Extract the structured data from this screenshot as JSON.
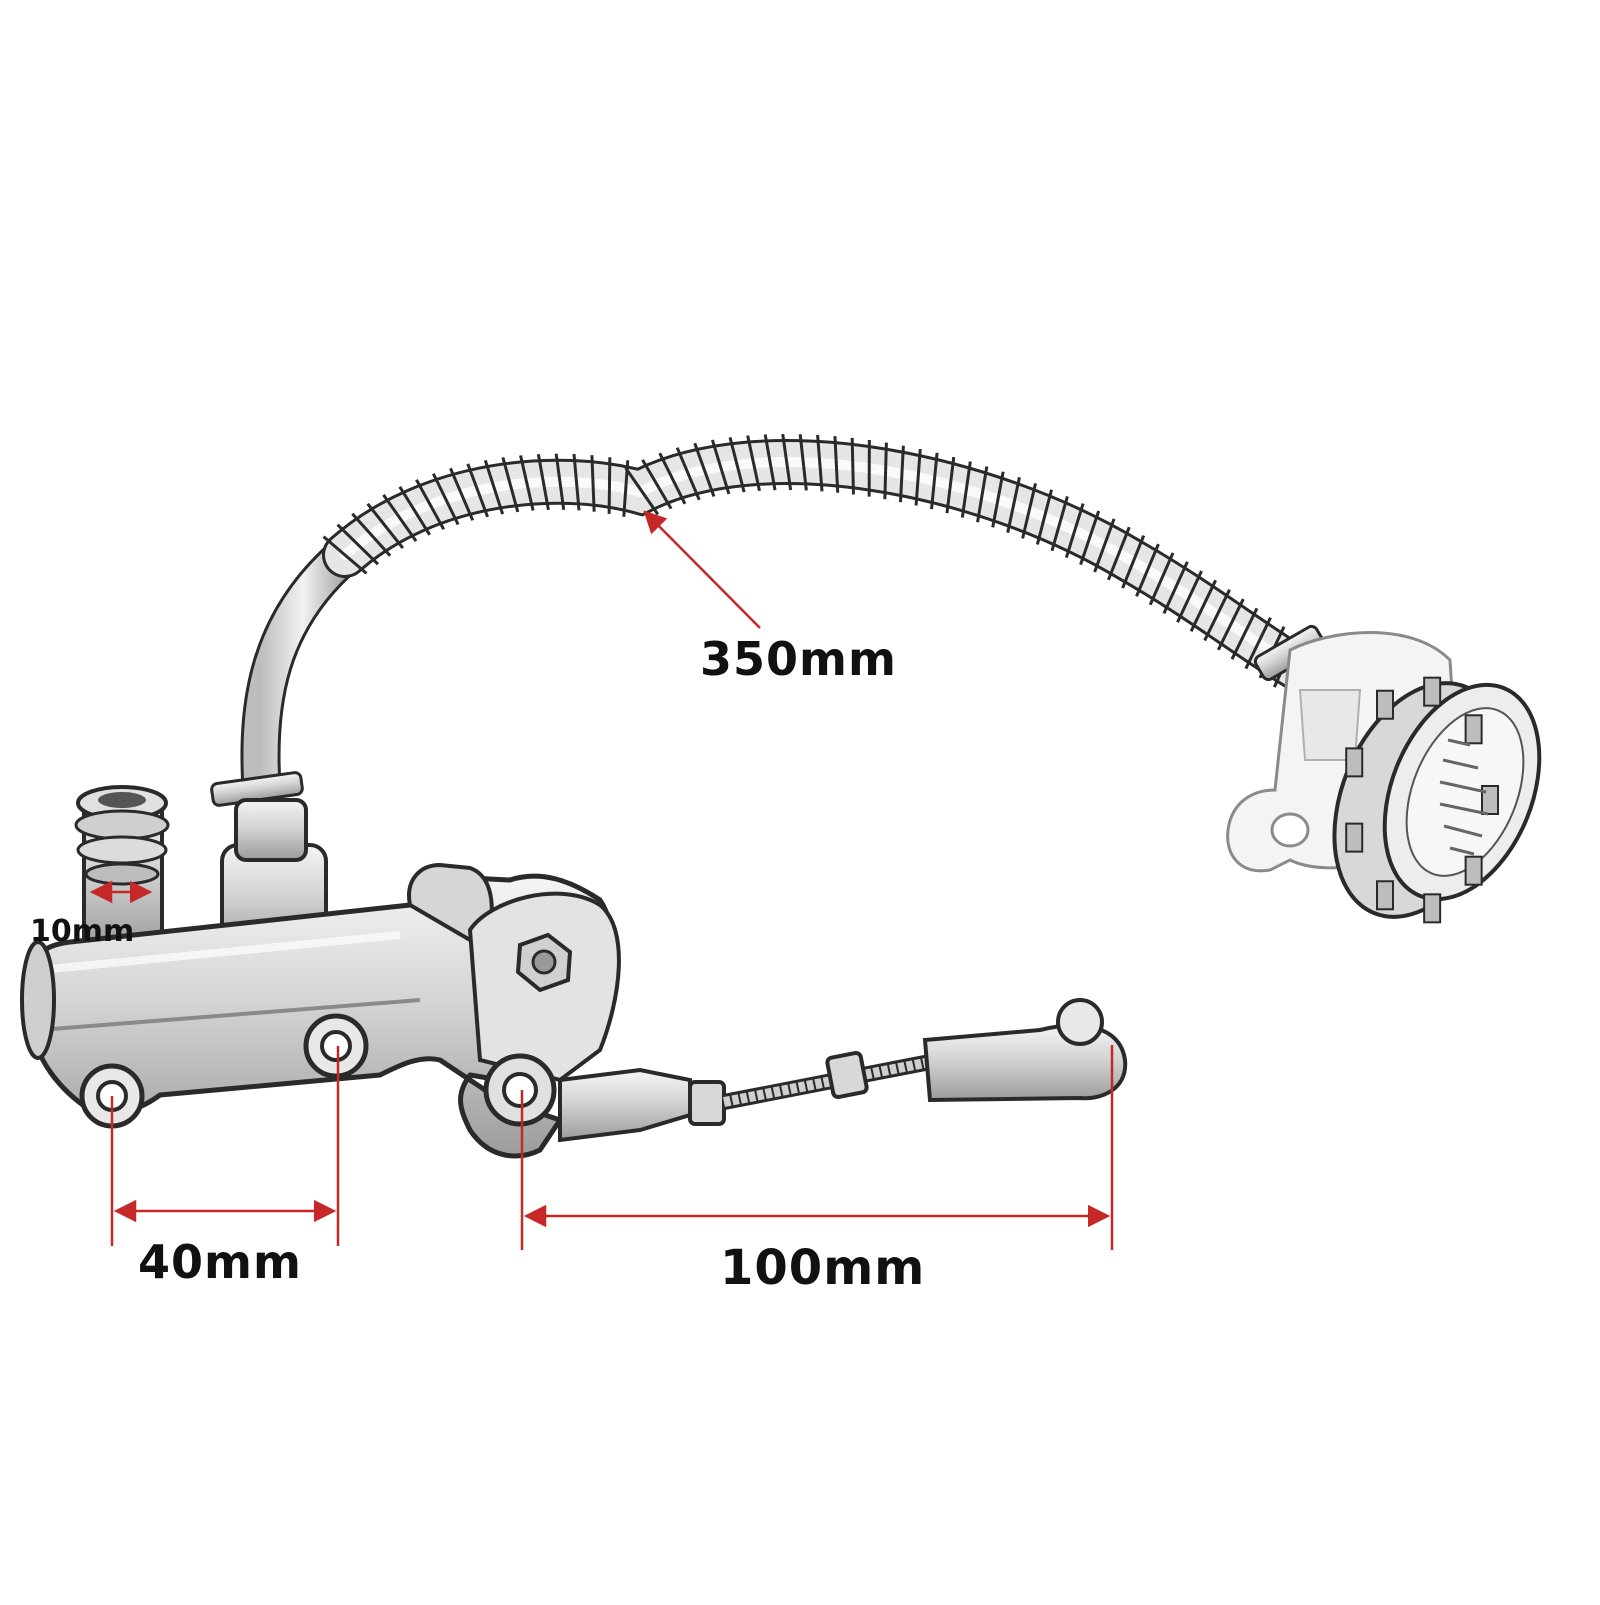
{
  "dimensions": {
    "hose_length": "350mm",
    "outlet_diameter": "10mm",
    "mount_hole_spacing": "40mm",
    "rod_length": "100mm"
  },
  "colors": {
    "dimension_line": "#c62828",
    "outline": "#2a2a2a",
    "metal": "#d9d9d9",
    "reservoir": "#f4f4f4"
  },
  "icons": {
    "hose": "spring-wrapped-hose",
    "reservoir": "fluid-reservoir-with-cap",
    "body": "master-cylinder-body",
    "rod": "threaded-push-rod"
  }
}
